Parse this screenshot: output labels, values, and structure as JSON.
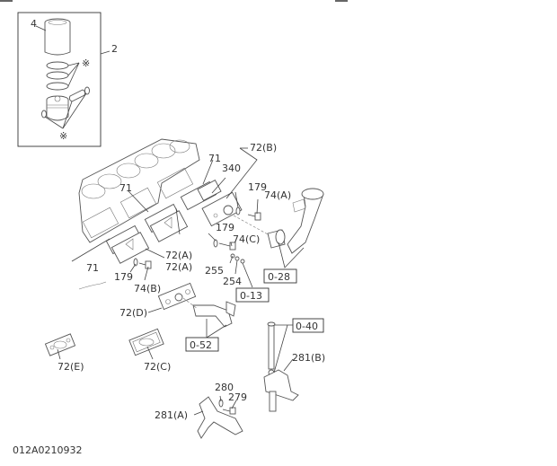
{
  "diagram": {
    "drawing_code": "012A0210932",
    "inset": {
      "assembly_label": "2",
      "liner_label": "4",
      "asterisk_top": "※",
      "asterisk_bottom": "※"
    },
    "callouts": {
      "c71_top": "71",
      "c71_mid": "71",
      "c71_left": "71",
      "c340": "340",
      "c72b": "72(B)",
      "c179_a": "179",
      "c74a": "74(A)",
      "c179_b": "179",
      "c74c": "74(C)",
      "c72a_1": "72(A)",
      "c72a_2": "72(A)",
      "c179_c": "179",
      "c74b": "74(B)",
      "c255": "255",
      "c254": "254",
      "c72d": "72(D)",
      "c72e": "72(E)",
      "c72c": "72(C)",
      "c280": "280",
      "c279": "279",
      "c281a": "281(A)",
      "c281b": "281(B)"
    },
    "references": {
      "r028": "0-28",
      "r013": "0-13",
      "r052": "0-52",
      "r040": "0-40"
    }
  }
}
